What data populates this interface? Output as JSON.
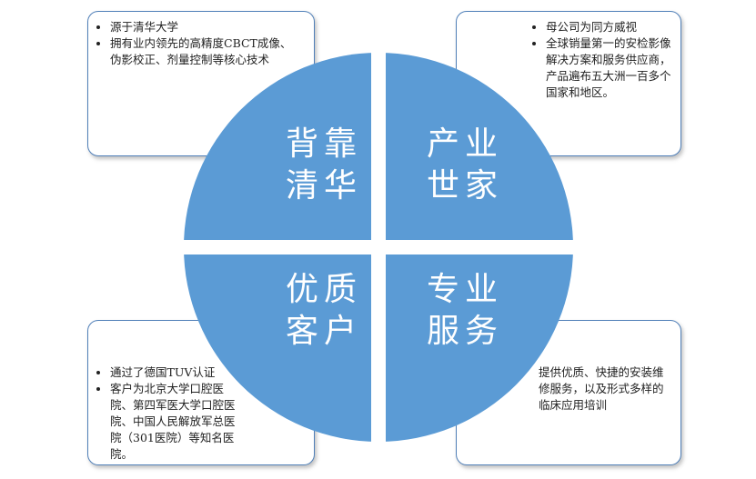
{
  "quadrants": {
    "top_left": {
      "line1": "背靠",
      "line2": "清华"
    },
    "top_right": {
      "line1": "产业",
      "line2": "世家"
    },
    "bottom_left": {
      "line1": "优质",
      "line2": "客户"
    },
    "bottom_right": {
      "line1": "专业",
      "line2": "服务"
    }
  },
  "boxes": {
    "top_left": {
      "items": [
        "源于清华大学",
        "拥有业内领先的高精度CBCT成像、伪影校正、剂量控制等核心技术"
      ]
    },
    "top_right": {
      "items": [
        "母公司为同方威视",
        "全球销量第一的安检影像解决方案和服务供应商，产品遍布五大洲一百多个国家和地区。"
      ]
    },
    "bottom_left": {
      "items": [
        "通过了德国TUV认证",
        "客户为北京大学口腔医院、第四军医大学口腔医院、中国人民解放军总医院（301医院）等知名医院。"
      ]
    },
    "bottom_right": {
      "text": "提供优质、快捷的安装维修服务，以及形式多样的临床应用培训"
    }
  },
  "colors": {
    "circle_fill": "#5b9bd5",
    "divider": "#ffffff",
    "box_border": "#4f7fb8"
  }
}
